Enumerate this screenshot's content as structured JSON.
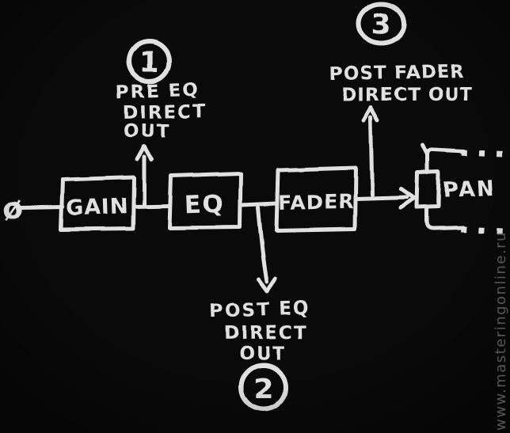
{
  "colors": {
    "background": "#0a0a0a",
    "ink": "#e0e0e0",
    "watermark": "#575757"
  },
  "chain": {
    "input_symbol": "ø",
    "gain_label": "GAIN",
    "eq_label": "EQ",
    "fader_label": "FADER",
    "pan_label": "PAN",
    "bus_dots_top": "...",
    "bus_dots_bottom": "..."
  },
  "taps": {
    "pre_eq": {
      "number": "1",
      "line1": "PRE EQ",
      "line2": "DIRECT",
      "line3": "OUT"
    },
    "post_eq": {
      "number": "2",
      "line1": "POST EQ",
      "line2": "DIRECT",
      "line3": "OUT"
    },
    "post_fader": {
      "number": "3",
      "line1": "POST FADER",
      "line2": "DIRECT OUT"
    }
  },
  "watermark": "www.masteringonline.ru"
}
